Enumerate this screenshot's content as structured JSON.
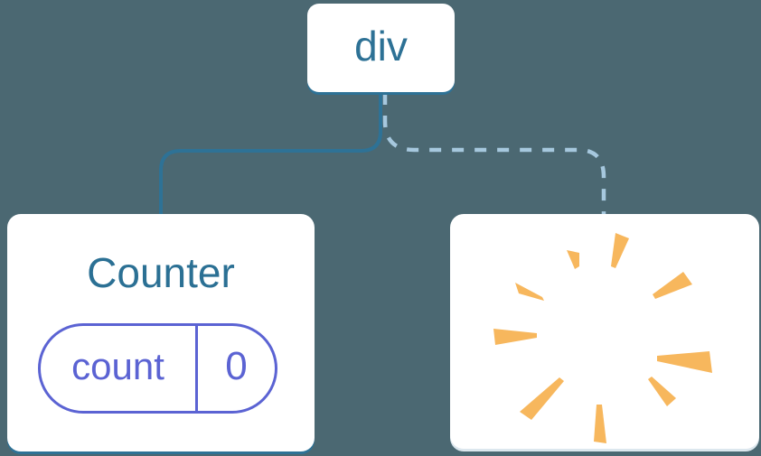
{
  "tree": {
    "root": {
      "label": "div"
    },
    "children": [
      {
        "label": "Counter",
        "state": {
          "key": "count",
          "value": "0"
        },
        "connector": "solid"
      },
      {
        "label": "",
        "icon": "poof-starburst",
        "connector": "dashed"
      }
    ]
  },
  "colors": {
    "background": "#4B6872",
    "card_background": "#FFFFFF",
    "node_blue": "#2E7296",
    "node_text_blue": "#2D7195",
    "dashed_connector": "#A6C8DE",
    "state_pill_indigo": "#5B63D3",
    "poof_orange": "#F7B75D",
    "removed_card_edge": "#DCE7EE"
  }
}
